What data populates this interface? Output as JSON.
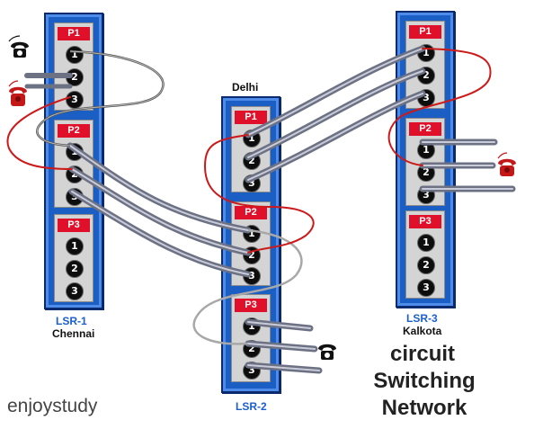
{
  "labels": {
    "lsr1": "LSR-1",
    "lsr1_city": "Chennai",
    "lsr2": "LSR-2",
    "lsr2_city": "Delhi",
    "lsr3": "LSR-3",
    "lsr3_city": "Kalkota",
    "title_line1": "circuit",
    "title_line2": "Switching",
    "title_line3": "Network",
    "credit": "enjoystudy"
  },
  "panels": {
    "p1": "P1",
    "p2": "P2",
    "p3": "P3"
  },
  "ports": {
    "one": "1",
    "two": "2",
    "three": "3"
  },
  "colors": {
    "rack": "#1c5fc4",
    "panel_label": "#e0102a",
    "red_cable": "#cc1a1a",
    "grey_cable": "#8c90a0",
    "light_cable": "#c4c4c4"
  },
  "icons": [
    "phone-icon",
    "phone-icon",
    "phone-icon",
    "phone-icon"
  ]
}
